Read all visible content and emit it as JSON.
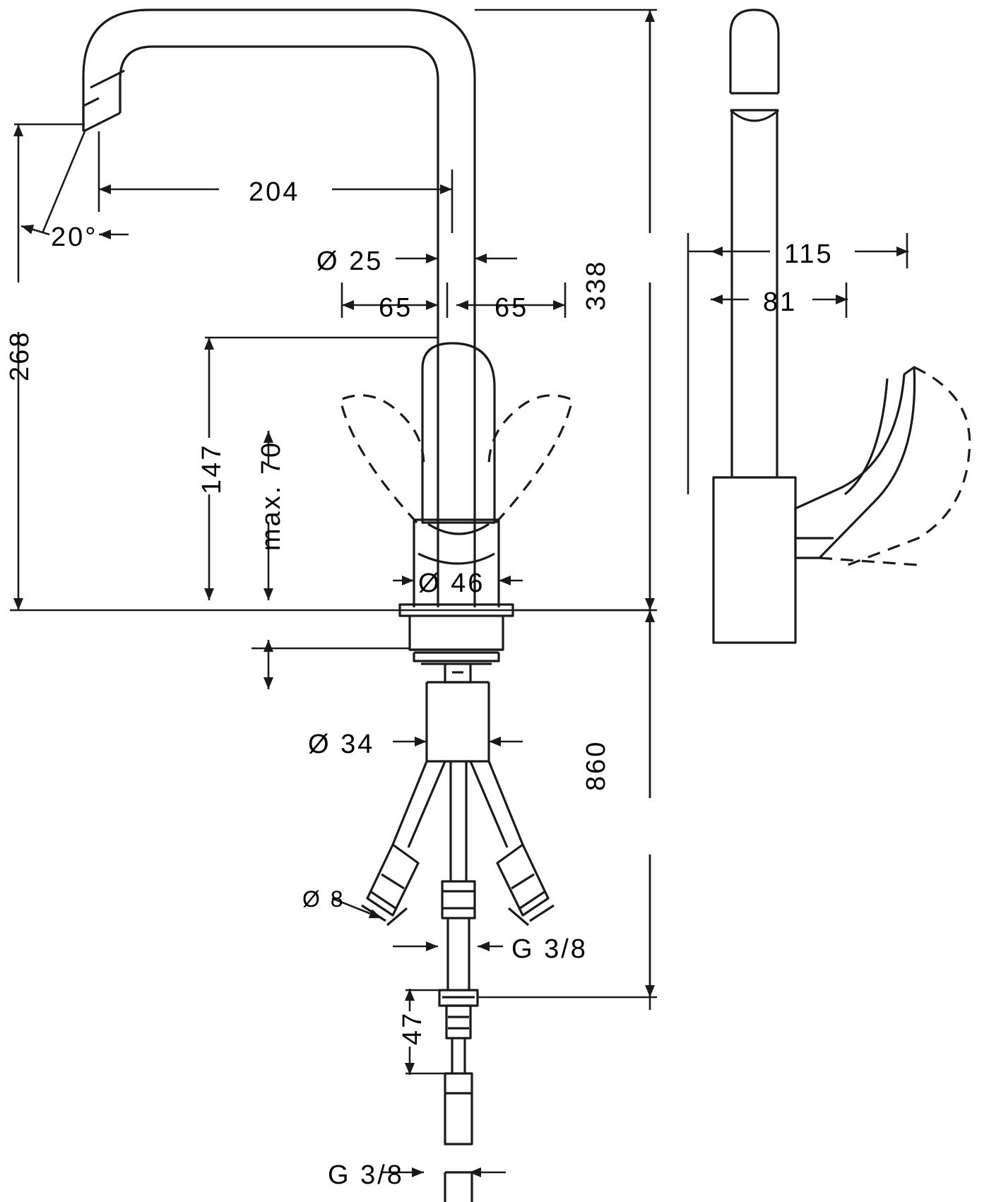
{
  "drawing": {
    "title": "Kitchen mixer tap technical dimension drawing",
    "views": [
      "front-view",
      "side-view"
    ],
    "units": "mm",
    "line_color": "#1a1a1a",
    "background_color": "#ffffff"
  },
  "dimensions": {
    "reach_204": "204",
    "angle_20": "20°",
    "spout_dia_25": "Ø 25",
    "offset_left_65": "65",
    "offset_right_65": "65",
    "height_338": "338",
    "height_268": "268",
    "height_147": "147",
    "max_70": "max. 70",
    "base_dia_46": "Ø 46",
    "shank_dia_34": "Ø 34",
    "hose_dia_8": "Ø 8",
    "thread_upper": "G 3/8",
    "thread_lower": "G 3/8",
    "total_860": "860",
    "hose_end_47": "47",
    "side_depth_115": "115",
    "side_depth_81": "81"
  }
}
